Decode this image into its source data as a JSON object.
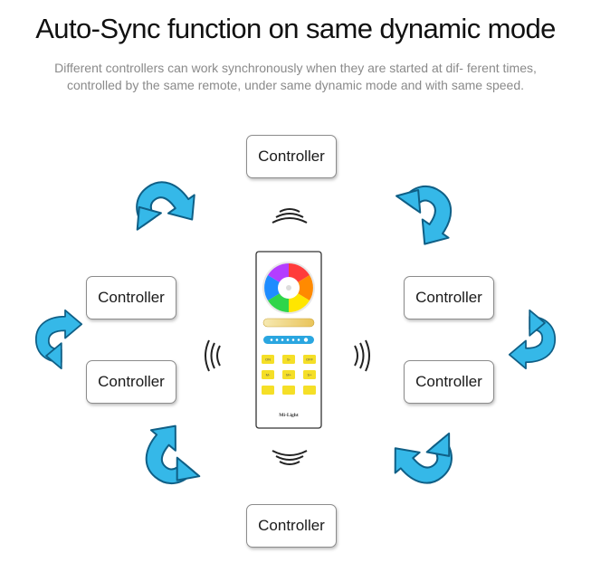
{
  "title": "Auto-Sync function on same dynamic mode",
  "subtitle": "Different controllers can work synchronously when they are started at dif- ferent times, controlled by the same remote, under same dynamic mode and with same speed.",
  "controllers": [
    {
      "label": "Controller"
    },
    {
      "label": "Controller"
    },
    {
      "label": "Controller"
    },
    {
      "label": "Controller"
    },
    {
      "label": "Controller"
    },
    {
      "label": "Controller"
    }
  ],
  "remote": {
    "brand": "Mi-Light",
    "buttons": [
      "ON",
      "S-",
      "OFF",
      "M-",
      "M+",
      "S+",
      "",
      "",
      ""
    ]
  },
  "colors": {
    "arrow": "#35b8e8",
    "arrow_outline": "#0f5f86",
    "button": "#f5df27"
  }
}
